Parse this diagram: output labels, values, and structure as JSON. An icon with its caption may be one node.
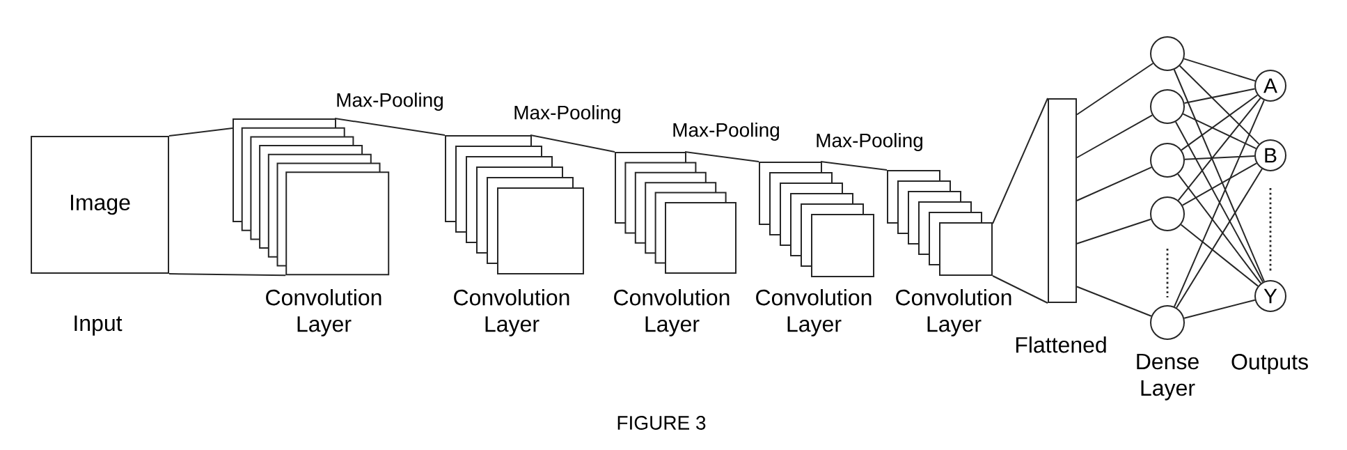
{
  "diagram": {
    "caption": "FIGURE 3",
    "nodes": [
      {
        "text": [
          "Image"
        ],
        "beside": [
          "Input"
        ]
      },
      {
        "text": [],
        "shape": "box",
        "beside": [
          "Convolution Layer"
        ]
      },
      {
        "text": [],
        "shape": "box",
        "beside": [
          "Convolution Layer"
        ]
      },
      {
        "text": [],
        "shape": "box",
        "beside": [
          "Convolution Layer"
        ]
      },
      {
        "text": [],
        "shape": "box",
        "beside": [
          "Convolution Layer"
        ]
      },
      {
        "text": [],
        "shape": "box",
        "beside": [
          "Convolution Layer"
        ]
      },
      {
        "text": [],
        "shape": "bar",
        "beside": [
          "Flattened"
        ]
      },
      {
        "text": [],
        "shape": "circle"
      },
      {
        "text": [],
        "shape": "circle"
      },
      {
        "text": [],
        "shape": "circle"
      },
      {
        "text": [],
        "shape": "circle"
      },
      {
        "text": [],
        "shape": "circle"
      },
      {
        "text": [
          "A"
        ]
      },
      {
        "text": [
          "B"
        ]
      },
      {
        "text": [
          "Y"
        ]
      }
    ],
    "edges": [
      {
        "from": 0,
        "to": 1,
        "arrow": "none"
      },
      {
        "from": 1,
        "to": 2,
        "arrow": "none",
        "label": "Max-Pooling"
      },
      {
        "from": 2,
        "to": 3,
        "arrow": "none",
        "label": "Max-Pooling"
      },
      {
        "from": 3,
        "to": 4,
        "arrow": "none",
        "label": "Max-Pooling"
      },
      {
        "from": 4,
        "to": 5,
        "arrow": "none",
        "label": "Max-Pooling"
      },
      {
        "from": 5,
        "to": 6,
        "arrow": "none"
      },
      {
        "from": 6,
        "to": 7,
        "arrow": "none"
      },
      {
        "from": 6,
        "to": 8,
        "arrow": "none"
      },
      {
        "from": 6,
        "to": 9,
        "arrow": "none"
      },
      {
        "from": 6,
        "to": 10,
        "arrow": "none"
      },
      {
        "from": 6,
        "to": 11,
        "arrow": "none"
      },
      {
        "from": 7,
        "to": 12,
        "arrow": "none"
      },
      {
        "from": 7,
        "to": 13,
        "arrow": "none"
      },
      {
        "from": 7,
        "to": 14,
        "arrow": "none"
      },
      {
        "from": 8,
        "to": 12,
        "arrow": "none"
      },
      {
        "from": 8,
        "to": 13,
        "arrow": "none"
      },
      {
        "from": 8,
        "to": 14,
        "arrow": "none"
      },
      {
        "from": 9,
        "to": 12,
        "arrow": "none"
      },
      {
        "from": 9,
        "to": 13,
        "arrow": "none"
      },
      {
        "from": 9,
        "to": 14,
        "arrow": "none"
      },
      {
        "from": 10,
        "to": 12,
        "arrow": "none"
      },
      {
        "from": 10,
        "to": 13,
        "arrow": "none"
      },
      {
        "from": 10,
        "to": 14,
        "arrow": "none"
      },
      {
        "from": 11,
        "to": 12,
        "arrow": "none"
      },
      {
        "from": 11,
        "to": 13,
        "arrow": "none"
      },
      {
        "from": 11,
        "to": 14,
        "arrow": "none"
      },
      {
        "from": 0,
        "to": 1,
        "arrow": "none"
      },
      {
        "from": 5,
        "to": 6,
        "arrow": "none"
      }
    ],
    "labels": [
      "Dense Layer",
      "Outputs"
    ]
  }
}
